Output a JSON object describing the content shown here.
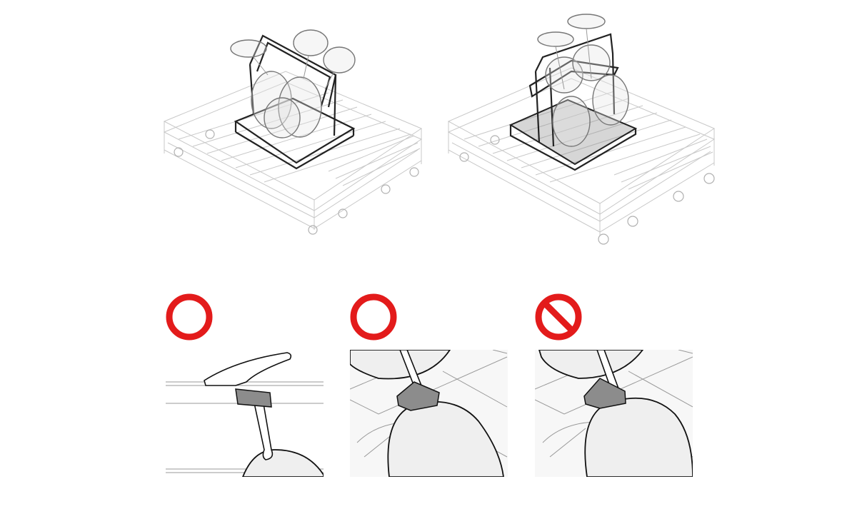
{
  "illustrations": {
    "top_left": {
      "description_icon": "glass-holder-folded-in-rack"
    },
    "top_right": {
      "description_icon": "glass-holder-upright-in-rack"
    }
  },
  "panels": [
    {
      "status_icon": "correct-circle-icon",
      "status": "correct"
    },
    {
      "status_icon": "correct-circle-icon",
      "status": "correct"
    },
    {
      "status_icon": "prohibited-icon",
      "status": "incorrect"
    }
  ],
  "colors": {
    "status_red": "#e31b1b",
    "holder_grey": "#8a8a8a",
    "bowl_fill": "#efefef"
  }
}
